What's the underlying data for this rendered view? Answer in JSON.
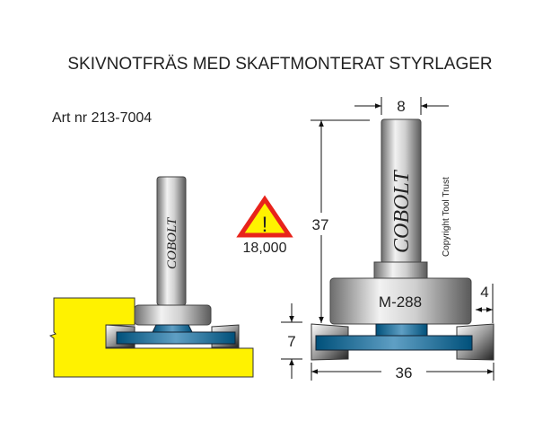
{
  "title": "SKIVNOTFRÄS MED SKAFTMONTERAT STYRLAGER",
  "article": "Art nr 213-7004",
  "warning": {
    "icon": "warning-triangle-icon",
    "speed": "18,000"
  },
  "brand": "COBOLT",
  "bearing_label": "M-288",
  "copyright": "Copyright Tool Trust",
  "dimensions": {
    "shank_diameter": "8",
    "total_length": "37",
    "bearing_offset": "4",
    "cut_height": "7",
    "cut_diameter": "36"
  },
  "colors": {
    "workpiece": "#fff200",
    "blade": "#005a85",
    "warning_border": "#e8231b",
    "warning_fill": "#fff200"
  }
}
